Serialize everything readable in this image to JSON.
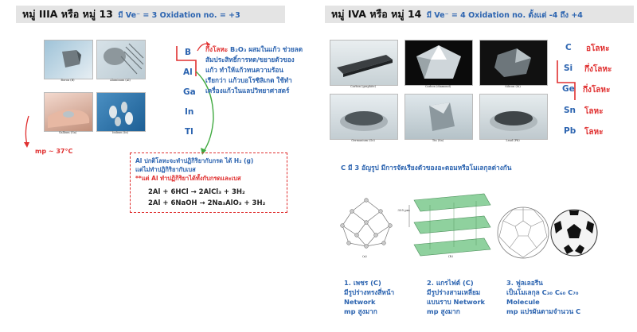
{
  "left": {
    "header_title": "หมู่ IIIA หรือ หมู่ 13",
    "header_sub": "มี Ve⁻ = 3 Oxidation no. = +3",
    "photos": [
      {
        "caption": "Boron (B)"
      },
      {
        "caption": "Aluminum (Al)"
      },
      {
        "caption": "Gallium (Ga)"
      },
      {
        "caption": "Indium (In)"
      }
    ],
    "symbols": [
      "B",
      "Al",
      "Ga",
      "In",
      "Tl"
    ],
    "boron_note_red": "กึ่งโลหะ",
    "boron_note_lines": [
      "B₂O₃ ผสมในแก้ว ช่วยลด",
      "สัมประสิทธิ์การหด/ขยายตัวของ",
      "แก้ว ทำให้แก้วทนความร้อน",
      "เรียกว่า แก้วบอโรซิลิเกต ใช้ทำ",
      "เครื่องแก้วในแลปวิทยาศาสตร์"
    ],
    "mp_note": "mp ~ 37°C",
    "al_box": {
      "line1": "Al ปกติโลหะจะทำปฏิกิริยากับกรด ได้ H₂ (g)",
      "line2": "แต่ไม่ทำปฏิกิริยากับเบส",
      "line3": "**แต่ Al ทำปฏิกิริยาได้ทั้งกับกรดและเบส",
      "eq1": "2Al + 6HCl → 2AlCl₃ + 3H₂",
      "eq2": "2Al + 6NaOH → 2Na₃AlO₃ + 3H₂"
    }
  },
  "right": {
    "header_title": "หมู่ IVA หรือ หมู่ 14",
    "header_sub": "มี Ve⁻ = 4 Oxidation no. ตั้งแต่ -4 ถึง +4",
    "photos": [
      {
        "caption": "Carbon (graphite)"
      },
      {
        "caption": "Carbon (diamond)"
      },
      {
        "caption": "Silicon (Si)"
      },
      {
        "caption": "Germanium (Ge)"
      },
      {
        "caption": "Tin (Sn)"
      },
      {
        "caption": "Lead (Pb)"
      }
    ],
    "elements": [
      {
        "symbol": "C",
        "type": "อโลหะ"
      },
      {
        "symbol": "Si",
        "type": "กึ่งโลหะ"
      },
      {
        "symbol": "Ge",
        "type": "กึ่งโลหะ"
      },
      {
        "symbol": "Sn",
        "type": "โลหะ"
      },
      {
        "symbol": "Pb",
        "type": "โลหะ"
      }
    ],
    "allotrope_title": "C มี 3 อัญรูป มีการจัดเรียงตัวของอะตอมหรือโมเลกุลต่างกัน",
    "graphite_spacing": "335 pm",
    "fig_labels": [
      "(a)",
      "(b)"
    ],
    "allotropes": [
      {
        "lines": [
          "1. เพชร (C)",
          "มีรูปร่างทรงสี่หน้า",
          "Network",
          "mp สูงมาก"
        ]
      },
      {
        "lines": [
          "2. แกรไฟต์ (C)",
          "มีรูปร่างสามเหลี่ยม",
          "แบนราบ Network",
          "mp สูงมาก"
        ]
      },
      {
        "lines": [
          "3. ฟูลเลอรีน",
          "เป็นโมเลกุล C₃₀ C₆₀ C₇₀",
          "Molecule",
          "mp แปรผันตามจำนวน C"
        ]
      }
    ]
  }
}
